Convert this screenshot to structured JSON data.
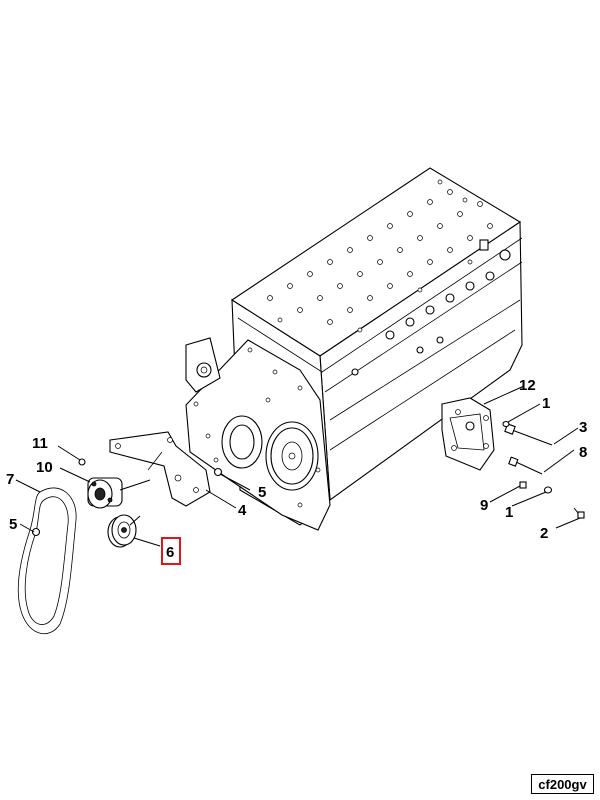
{
  "figure_code": "cf200gv",
  "callouts": {
    "c1a": "1",
    "c1b": "1",
    "c2": "2",
    "c3": "3",
    "c4": "4",
    "c5a": "5",
    "c5b": "5",
    "c6": "6",
    "c7": "7",
    "c8": "8",
    "c9": "9",
    "c10": "10",
    "c11": "11",
    "c12": "12"
  },
  "highlighted_callout": "6",
  "colors": {
    "highlight": "#e0161e",
    "ink": "#000000"
  }
}
